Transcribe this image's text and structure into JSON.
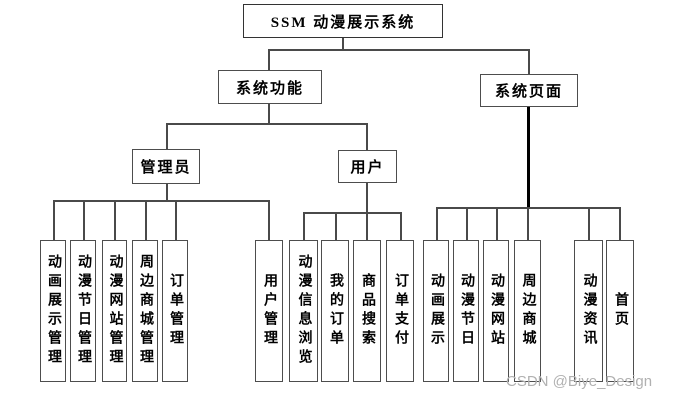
{
  "diagram": {
    "root_label": "SSM 动漫展示系统",
    "branches": {
      "system_functions": "系统功能",
      "system_pages": "系统页面",
      "admin": "管理员",
      "user": "用户"
    },
    "admin_leaves": [
      "动画展示管理",
      "动漫节日管理",
      "动漫网站管理",
      "周边商城管理",
      "订单管理",
      "用户管理"
    ],
    "user_leaves": [
      "动漫信息浏览",
      "我的订单",
      "商品搜索",
      "订单支付"
    ],
    "page_leaves": [
      "动画展示",
      "动漫节日",
      "动漫网站",
      "周边商城",
      "动漫资讯",
      "首页"
    ]
  },
  "watermark": "CSDN @Biye_Design",
  "colors": {
    "line": "#4a4a4a",
    "accent_line": "#000000",
    "watermark": "#b1b1b1",
    "background": "#ffffff"
  }
}
